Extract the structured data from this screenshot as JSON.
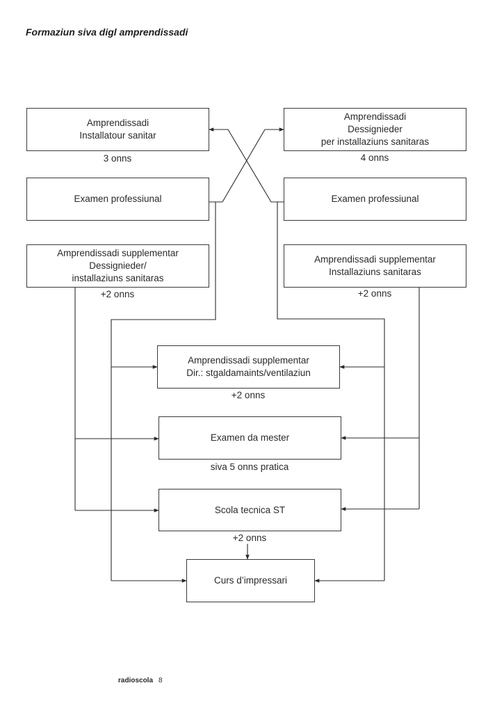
{
  "title": "Formaziun siva digl amprendissadi",
  "boxes": {
    "left_apprenticeship": [
      "Amprendissadi",
      "Installatour sanitar"
    ],
    "right_apprenticeship": [
      "Amprendissadi",
      "Dessignieder",
      "per installaziuns sanitaras"
    ],
    "left_exam": [
      "Examen professiunal"
    ],
    "right_exam": [
      "Examen professiunal"
    ],
    "left_supplementary": [
      "Amprendissadi supplementar",
      "Dessignieder/",
      "installaziuns sanitaras"
    ],
    "right_supplementary": [
      "Amprendissadi supplementar",
      "Installaziuns sanitaras"
    ],
    "center_supplementary": [
      "Amprendissadi supplementar",
      "Dir.: stgaldamaints/ventilaziun"
    ],
    "master_exam": [
      "Examen da mester"
    ],
    "technical_school": [
      "Scola tecnica ST"
    ],
    "entrepreneur_course": [
      "Curs d’impressari"
    ]
  },
  "notes": {
    "left_apprenticeship_duration": "3 onns",
    "right_apprenticeship_duration": "4 onns",
    "left_supplementary_duration": "+2 onns",
    "right_supplementary_duration": "+2 onns",
    "center_supplementary_duration": "+2 onns",
    "master_exam_requirement": "siva 5 onns pratica",
    "technical_school_duration": "+2 onns"
  },
  "footer": {
    "publication": "radioscola",
    "page_number": "8"
  }
}
